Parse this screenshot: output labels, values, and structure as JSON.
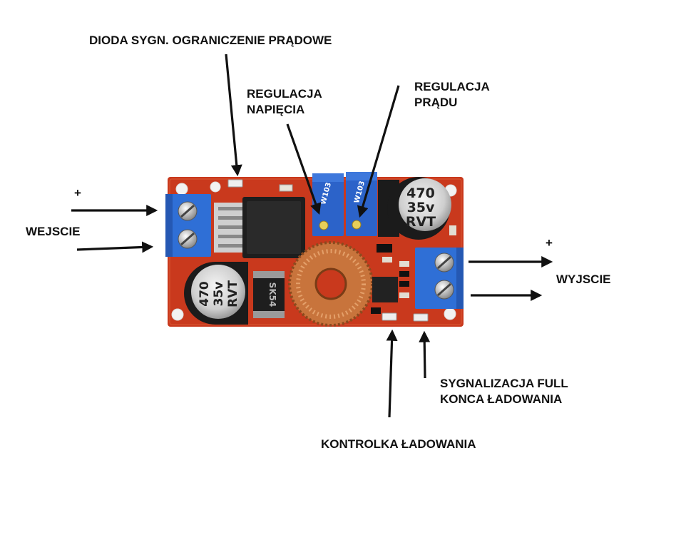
{
  "labels": {
    "led_current_limit": "DIODA SYGN. OGRANICZENIE PRĄDOWE",
    "voltage_adj_line1": "REGULACJA",
    "voltage_adj_line2": "NAPIĘCIA",
    "current_adj_line1": "REGULACJA",
    "current_adj_line2": "PRĄDU",
    "input_plus": "+",
    "input": "WEJSCIE",
    "output_plus": "+",
    "output": "WYJSCIE",
    "full_line1": "SYGNALIZACJA FULL",
    "full_line2": "KONCA ŁADOWANIA",
    "charging_led": "KONTROLKA ŁADOWANIA"
  },
  "board": {
    "cap_left": {
      "value": "470",
      "voltage": "35v",
      "brand": "RVT"
    },
    "cap_right": {
      "value": "470",
      "voltage": "35v",
      "brand": "RVT"
    },
    "pot_left_code": "W103",
    "pot_right_code": "W103",
    "diode_code": "SK54"
  },
  "colors": {
    "pcb": "#c9391d",
    "terminal": "#2f6fd6",
    "pot": "#2c63c9",
    "copper": "#c8743c",
    "arrow": "#111111"
  }
}
